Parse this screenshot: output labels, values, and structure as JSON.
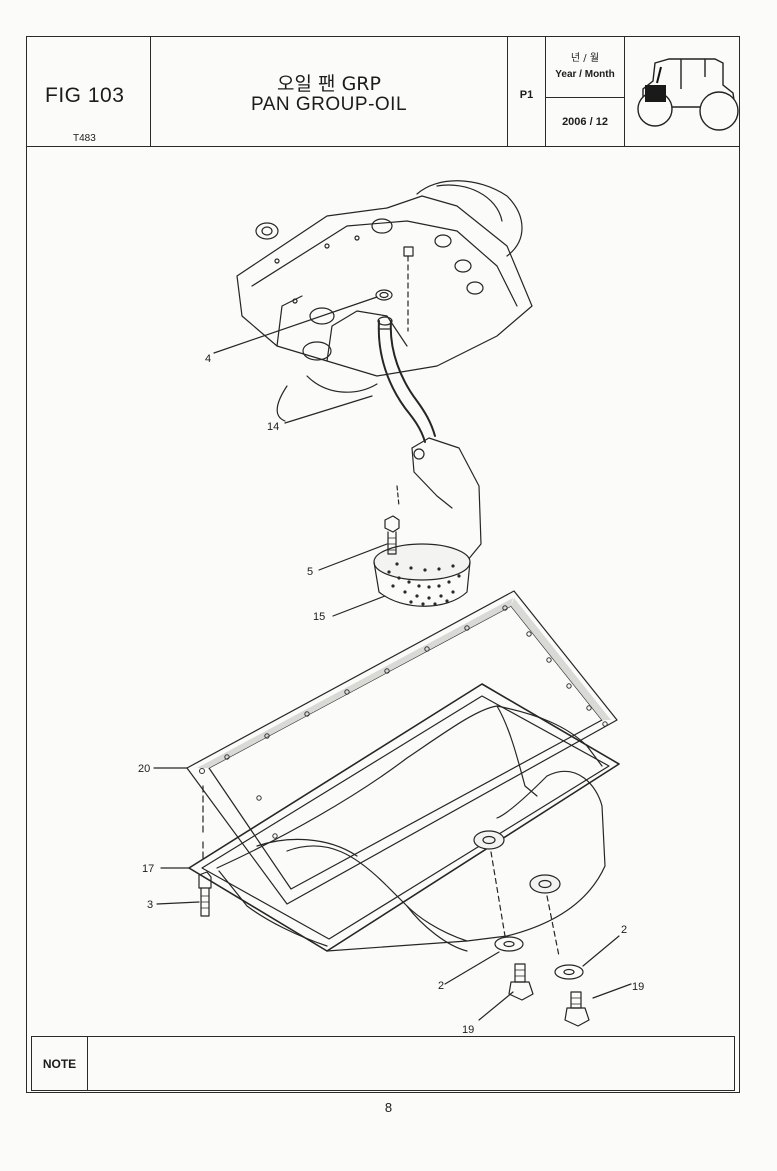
{
  "header": {
    "fig_number": "FIG 103",
    "fig_code": "T483",
    "title_ko": "오일 팬 GRP",
    "title_en": "PAN GROUP-OIL",
    "page_code": "P1",
    "date_label_ko": "년 / 월",
    "date_label_en": "Year / Month",
    "date_value": "2006 / 12"
  },
  "callouts": {
    "c4": "4",
    "c14": "14",
    "c5": "5",
    "c15": "15",
    "c20": "20",
    "c17": "17",
    "c3": "3",
    "c2a": "2",
    "c2b": "2",
    "c19a": "19",
    "c19b": "19"
  },
  "footer": {
    "note_label": "NOTE",
    "page_number": "8"
  }
}
